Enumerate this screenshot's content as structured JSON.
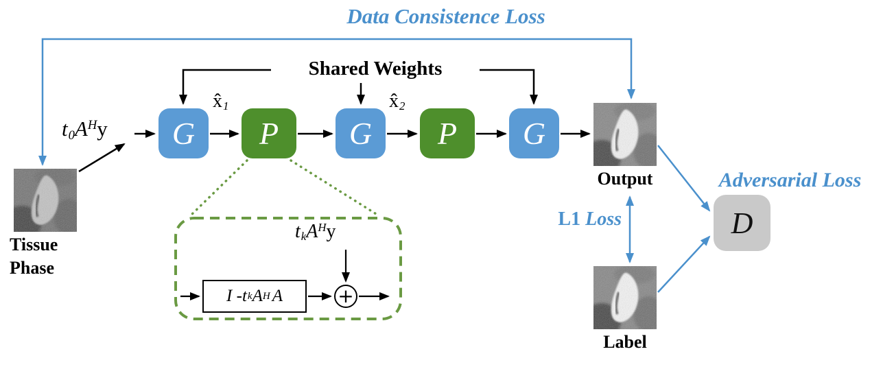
{
  "losses": {
    "data_consistency": "Data Consistence Loss",
    "adversarial": "Adversarial Loss",
    "l1_prefix": "L1",
    "l1_word": "Loss"
  },
  "shared_weights": "Shared Weights",
  "math": {
    "input": {
      "t": "t",
      "t_sub": "0",
      "A": "A",
      "A_sup": "H",
      "y": "y"
    },
    "x1": {
      "base": "x̂",
      "sub": "1"
    },
    "x2": {
      "base": "x̂",
      "sub": "2"
    },
    "tkahy": {
      "t": "t",
      "t_sub": "k",
      "A": "A",
      "A_sup": "H",
      "y": "y"
    },
    "matrix": {
      "lead": "I - ",
      "t": "t",
      "t_sub": "k",
      "A1": "A",
      "A_sup": "H",
      "A2": "A"
    }
  },
  "blocks": {
    "generator": "G",
    "projection": "P",
    "discriminator": "D",
    "sum": "+"
  },
  "captions": {
    "tissue_line1": "Tissue",
    "tissue_line2": "Phase",
    "output": "Output",
    "label": "Label"
  },
  "colors": {
    "accent_blue": "#4A90CC",
    "blue_block": "#5B9BD5",
    "green_block": "#4E8F2C",
    "green_dash": "#6A9A43",
    "gray_block": "#C9C9C9"
  }
}
